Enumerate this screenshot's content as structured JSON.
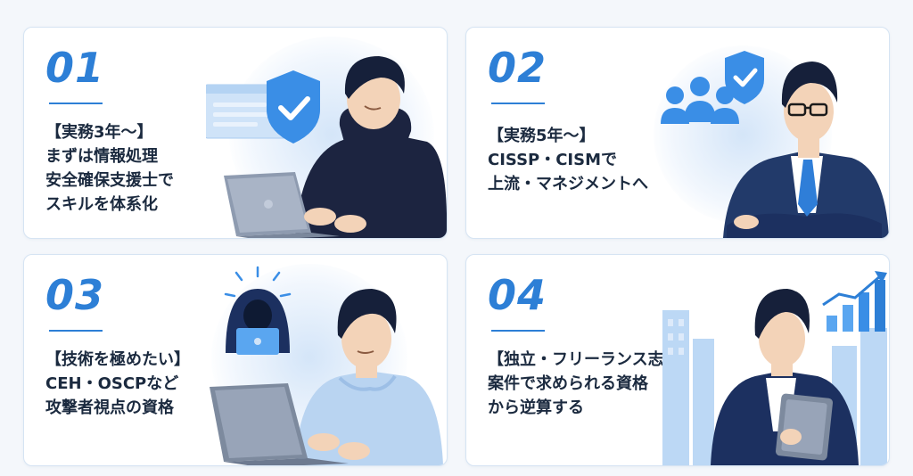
{
  "cards": [
    {
      "number": "01",
      "lines": [
        "【実務3年～】",
        "まずは情報処理",
        "安全確保支援士で",
        "スキルを体系化"
      ],
      "illustration": "shield-icon"
    },
    {
      "number": "02",
      "lines": [
        "【実務5年～】",
        "CISSP・CISMで",
        "上流・マネジメントへ"
      ],
      "illustration": "team-icon"
    },
    {
      "number": "03",
      "lines": [
        "【技術を極めたい】",
        "CEH・OSCPなど",
        "攻撃者視点の資格"
      ],
      "illustration": "hacker-icon"
    },
    {
      "number": "04",
      "lines": [
        "【独立・フリーランス志向】",
        "案件で求められる資格",
        "から逆算する"
      ],
      "illustration": "growth-chart-icon"
    }
  ],
  "colors": {
    "accent": "#2d7fd6",
    "text": "#1b2a3f",
    "navy": "#1c2b4a",
    "shield": "#3a8ee6"
  }
}
